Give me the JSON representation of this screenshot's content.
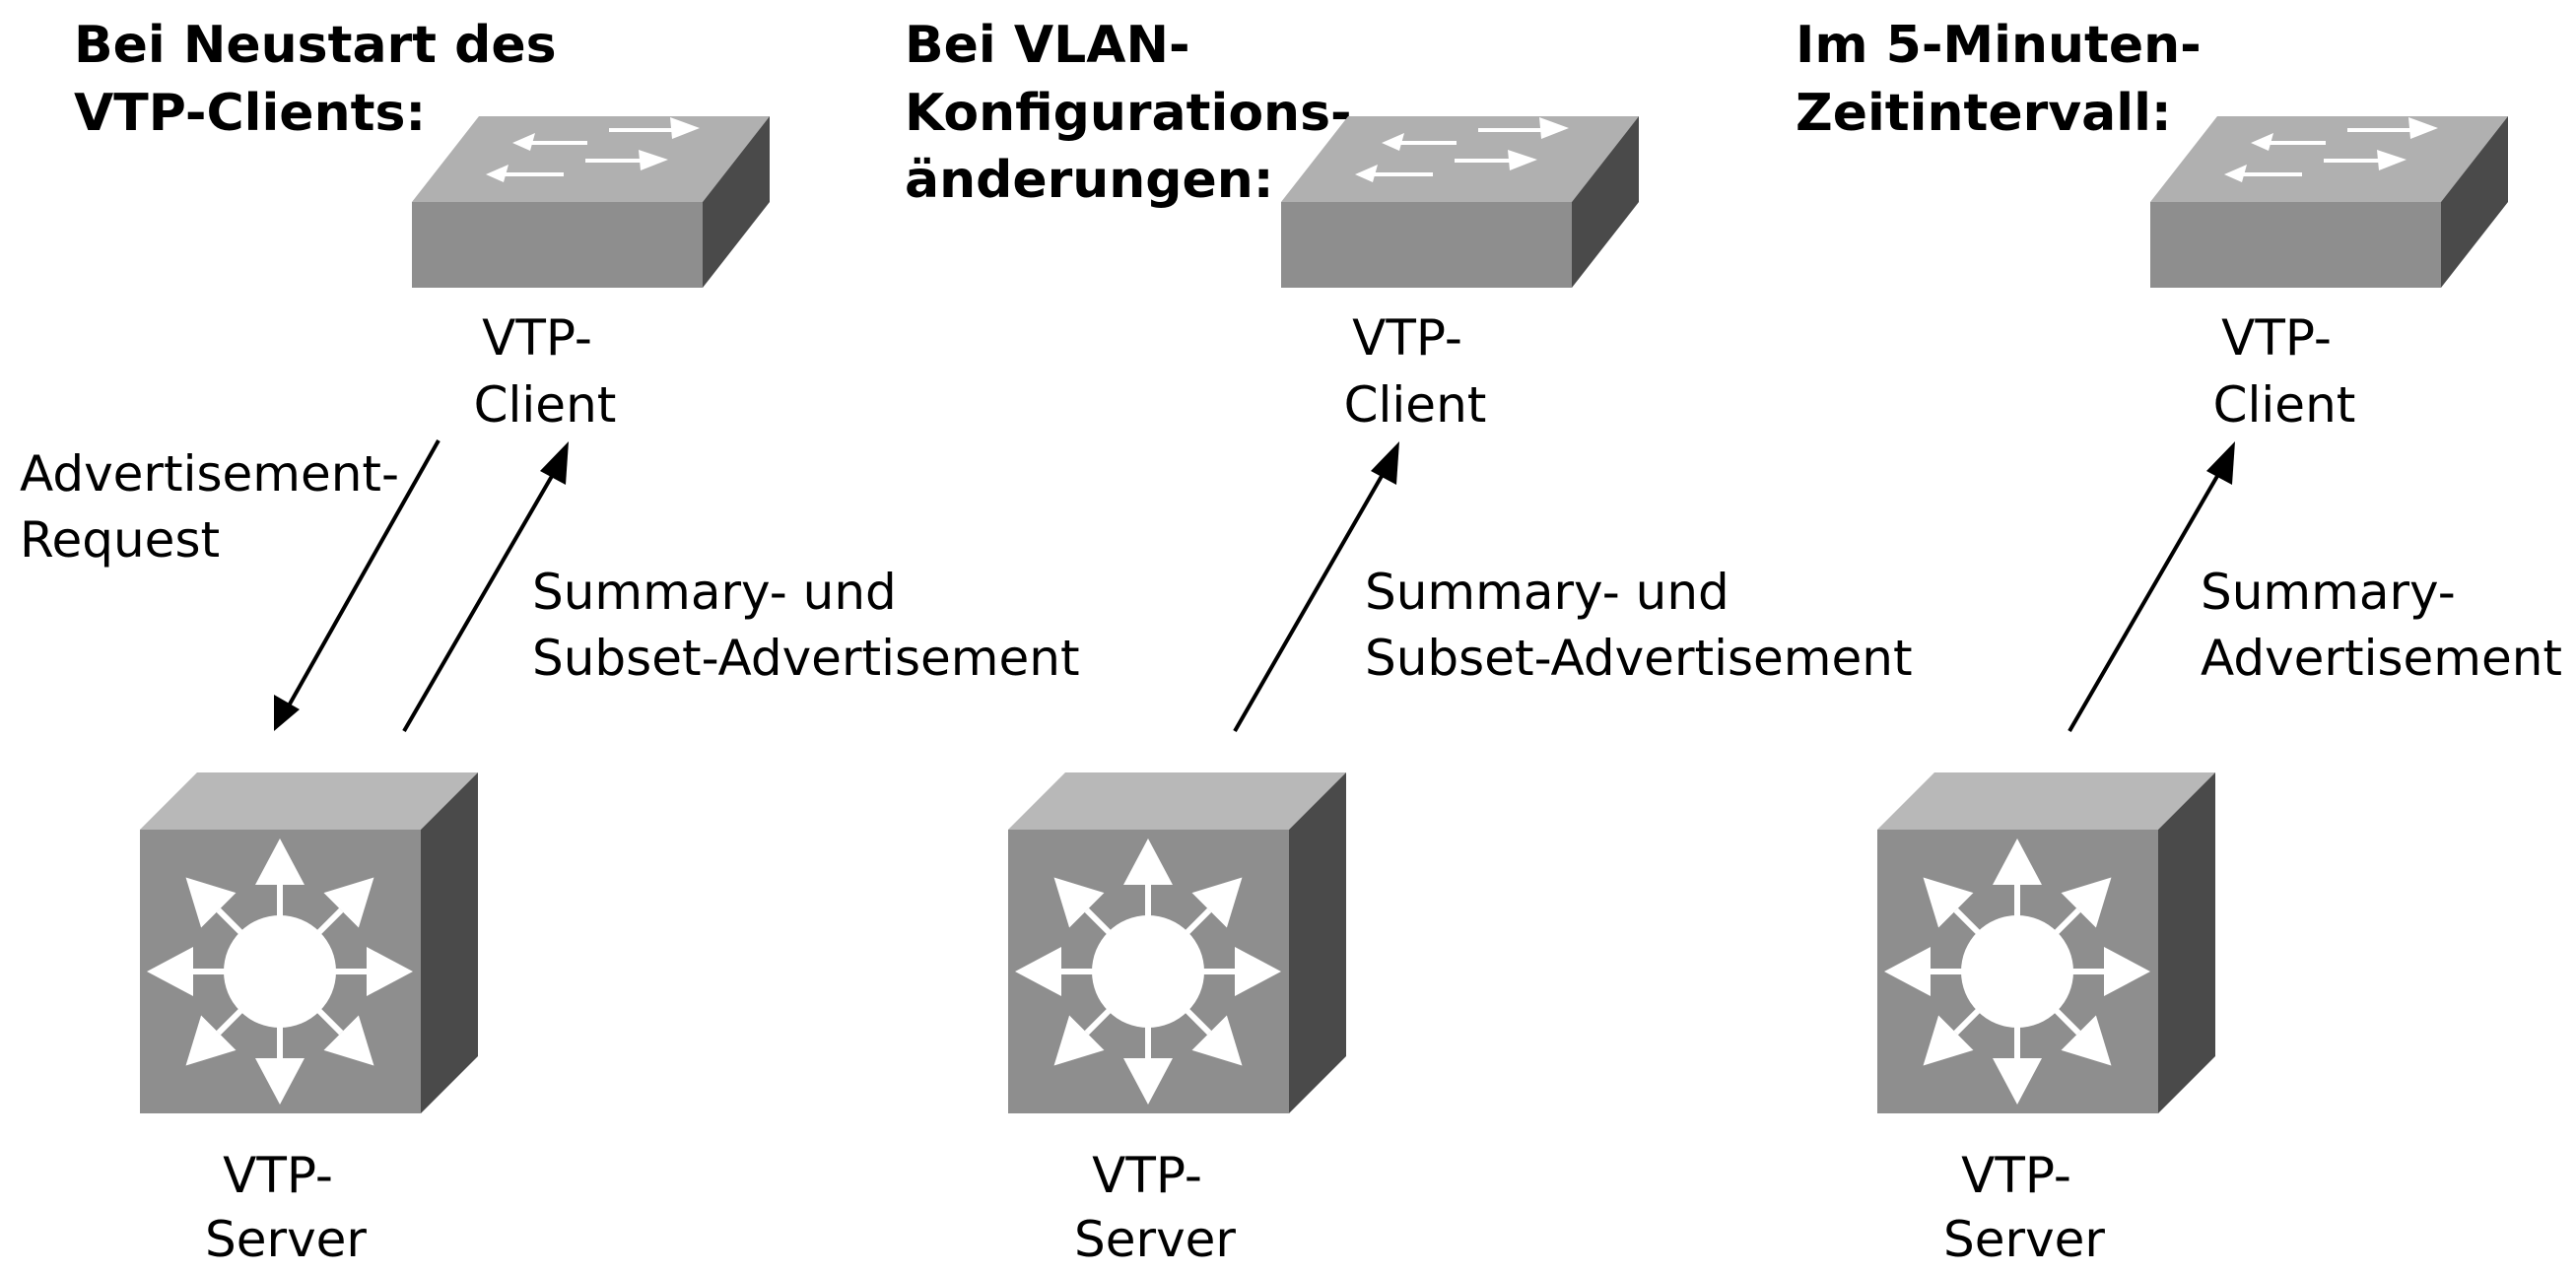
{
  "scenarios": [
    {
      "title_lines": [
        "Bei Neustart des",
        "VTP-Clients:"
      ],
      "client_label": [
        "VTP-",
        "Client"
      ],
      "server_label": [
        "VTP-",
        "Server"
      ],
      "request_label": [
        "Advertisement-",
        "Request"
      ],
      "advert_label": [
        "Summary- und",
        "Subset-Advertisement"
      ]
    },
    {
      "title_lines": [
        "Bei VLAN-",
        "Konfigurations-",
        "änderungen:"
      ],
      "client_label": [
        "VTP-",
        "Client"
      ],
      "server_label": [
        "VTP-",
        "Server"
      ],
      "advert_label": [
        "Summary- und",
        "Subset-Advertisement"
      ]
    },
    {
      "title_lines": [
        "Im 5-Minuten-",
        "Zeitintervall:"
      ],
      "client_label": [
        "VTP-",
        "Client"
      ],
      "server_label": [
        "VTP-",
        "Server"
      ],
      "advert_label": [
        "Summary-",
        "Advertisement"
      ]
    }
  ],
  "icons": {
    "client": "layer2-switch-icon",
    "server": "multilayer-switch-icon"
  },
  "colors": {
    "top_light": "#b8b8b8",
    "front": "#8e8e8e",
    "side_dark": "#4a4a4a",
    "glyph": "#ffffff"
  }
}
